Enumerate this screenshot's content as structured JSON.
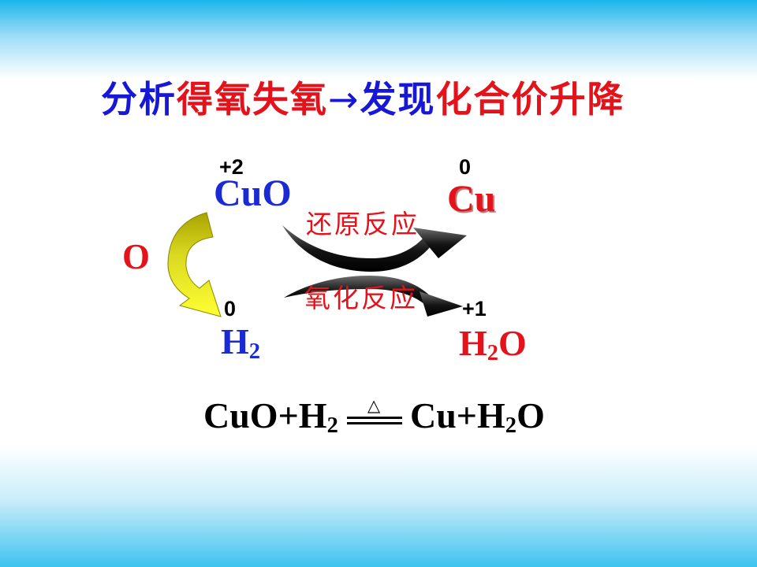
{
  "title": {
    "segments": [
      {
        "text": "分析",
        "color": "#1717d6"
      },
      {
        "text": "得氧失氧",
        "color": "#e3121b"
      },
      {
        "text": "→",
        "color": "#1717d6"
      },
      {
        "text": "发现",
        "color": "#1717d6"
      },
      {
        "text": "化合价升降",
        "color": "#e3121b"
      }
    ]
  },
  "diagram": {
    "reactant_oxide": {
      "valence": "+2",
      "formula": "CuO",
      "color": "#1a2ad4"
    },
    "product_metal": {
      "valence": "0",
      "formula": "Cu",
      "color": "#e3121b"
    },
    "reactant_reducer": {
      "valence": "0",
      "formula": "H",
      "subscript": "2",
      "color": "#1a2ad4"
    },
    "product_water": {
      "valence": "+1",
      "formula": "H",
      "subscript": "2",
      "suffix": "O",
      "color": "#e3121b"
    },
    "transferred_atom": {
      "label": "O",
      "color": "#e3121b"
    },
    "reduction_label": "还原反应",
    "oxidation_label": "氧化反应",
    "label_color": "#e3121b"
  },
  "equation": {
    "reactants": "CuO+H",
    "reactants_subscript": "2",
    "condition": "△",
    "products": "Cu+H",
    "products_subscript": "2",
    "products_suffix": "O"
  }
}
